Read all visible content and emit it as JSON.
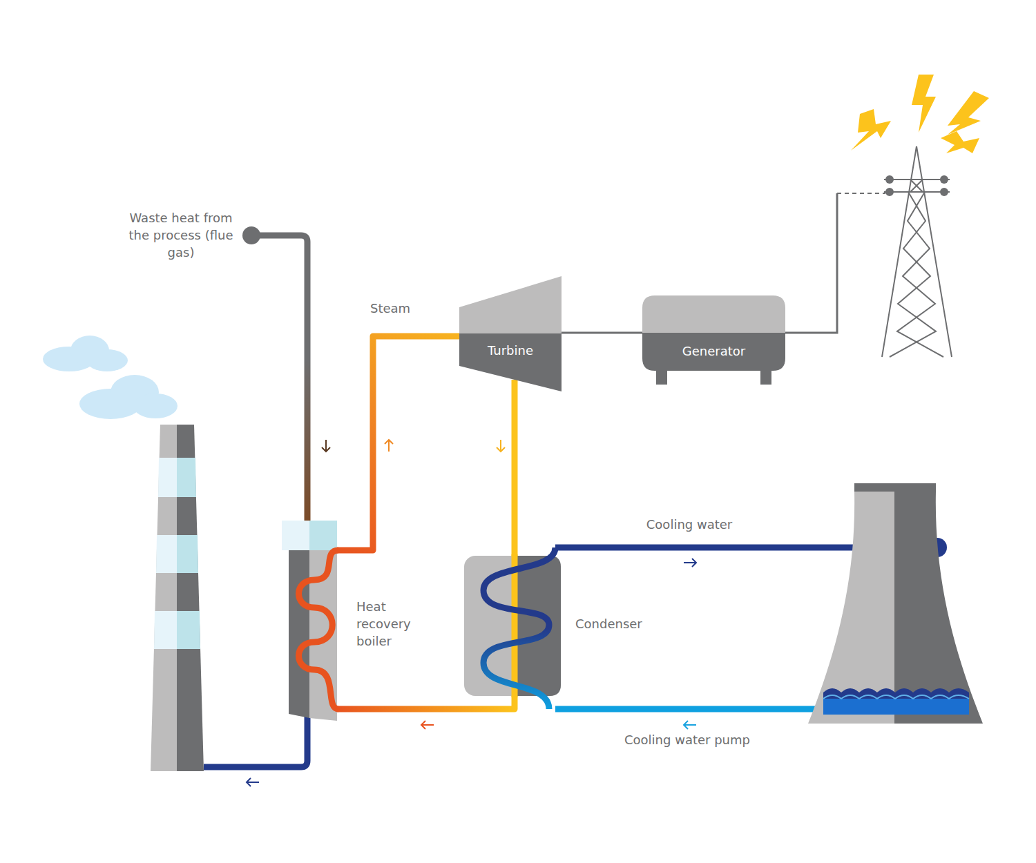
{
  "diagram": {
    "nodes": [
      {
        "text": [
          "Turbine"
        ]
      },
      {
        "text": [
          "Generator"
        ]
      },
      {
        "text": [
          "Heat recovery boiler"
        ]
      },
      {
        "text": [
          "Condenser"
        ]
      }
    ],
    "edges": [
      {
        "from": 2,
        "to": 0,
        "label": "Steam",
        "arrow": "to"
      },
      {
        "from": 0,
        "to": 1,
        "arrow": "none"
      },
      {
        "from": 0,
        "to": 3,
        "arrow": "to"
      },
      {
        "from": 3,
        "to": 2,
        "arrow": "to"
      }
    ],
    "labels": [
      "Waste heat from the process (flue gas)",
      "Cooling water",
      "Cooling water pump"
    ]
  }
}
